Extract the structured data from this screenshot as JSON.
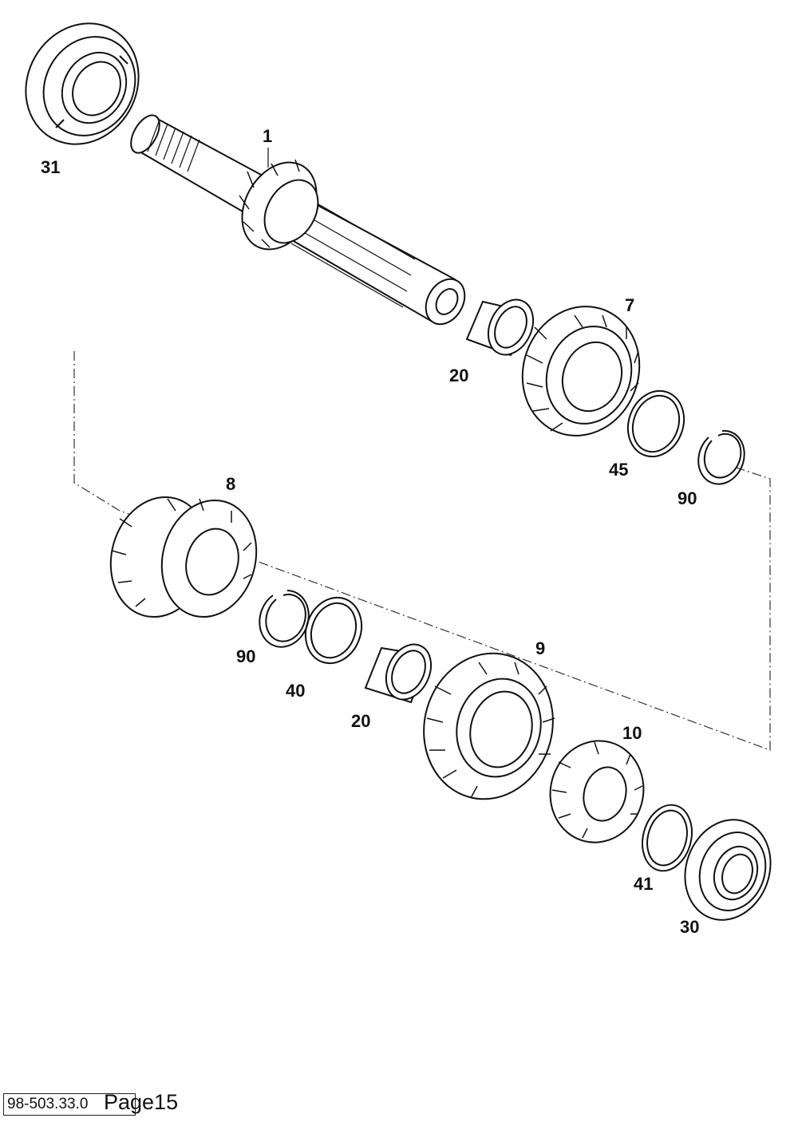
{
  "labels": {
    "p1": "1",
    "p31": "31",
    "p20a": "20",
    "p7": "7",
    "p45": "45",
    "p90a": "90",
    "p8": "8",
    "p90b": "90",
    "p40": "40",
    "p20b": "20",
    "p9": "9",
    "p10": "10",
    "p41": "41",
    "p30": "30"
  },
  "footer": {
    "code": "98-503.33.0",
    "page": "Page15"
  }
}
